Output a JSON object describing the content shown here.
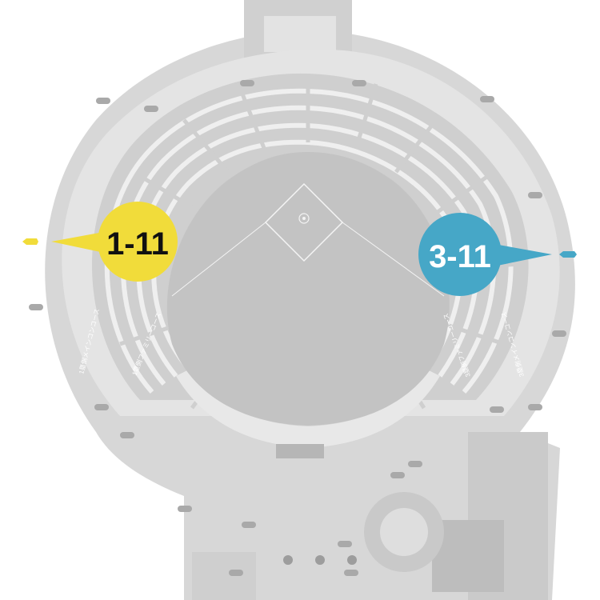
{
  "map": {
    "title": "",
    "markers": [
      {
        "id": "marker-1-11",
        "label": "1-11",
        "color": "#f1dc3a",
        "tag_color": "#f1dc3a",
        "side": "left"
      },
      {
        "id": "marker-3-11",
        "label": "3-11",
        "color": "#46a7c7",
        "tag_color": "#46a7c7",
        "side": "right"
      }
    ],
    "palette": {
      "background": "#ffffff",
      "outer_ground": "#d6d6d6",
      "concourse": "#e2e2e2",
      "stands": "#cfcfcf",
      "seat_rows": "#f2f2f2",
      "field": "#c2c2c2",
      "lines": "#ffffff",
      "structures": "#bdbdbd"
    },
    "concourse_text_left": "1塁側メインコンコース",
    "concourse_text_right": "3塁側メインコンコース",
    "concourse_text_left_inner": "1塁側ファミリーコース",
    "concourse_text_right_inner": "3塁側ファミリーコース"
  }
}
